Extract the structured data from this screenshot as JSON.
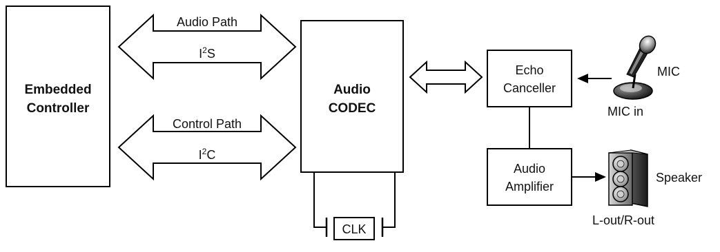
{
  "blocks": {
    "embedded_controller": {
      "line1": "Embedded",
      "line2": "Controller"
    },
    "audio_codec": {
      "line1": "Audio",
      "line2": "CODEC"
    },
    "echo_canceller": {
      "line1": "Echo",
      "line2": "Canceller"
    },
    "audio_amplifier": {
      "line1": "Audio",
      "line2": "Amplifier"
    },
    "clk": "CLK"
  },
  "paths": {
    "audio": {
      "title": "Audio Path",
      "bus_prefix": "I",
      "bus_sup": "2",
      "bus_suffix": "S"
    },
    "control": {
      "title": "Control Path",
      "bus_prefix": "I",
      "bus_sup": "2",
      "bus_suffix": "C"
    }
  },
  "io": {
    "mic": "MIC",
    "mic_in": "MIC in",
    "speaker": "Speaker",
    "lout_rout": "L-out/R-out"
  },
  "icons": [
    "microphone-icon",
    "speaker-icon"
  ]
}
